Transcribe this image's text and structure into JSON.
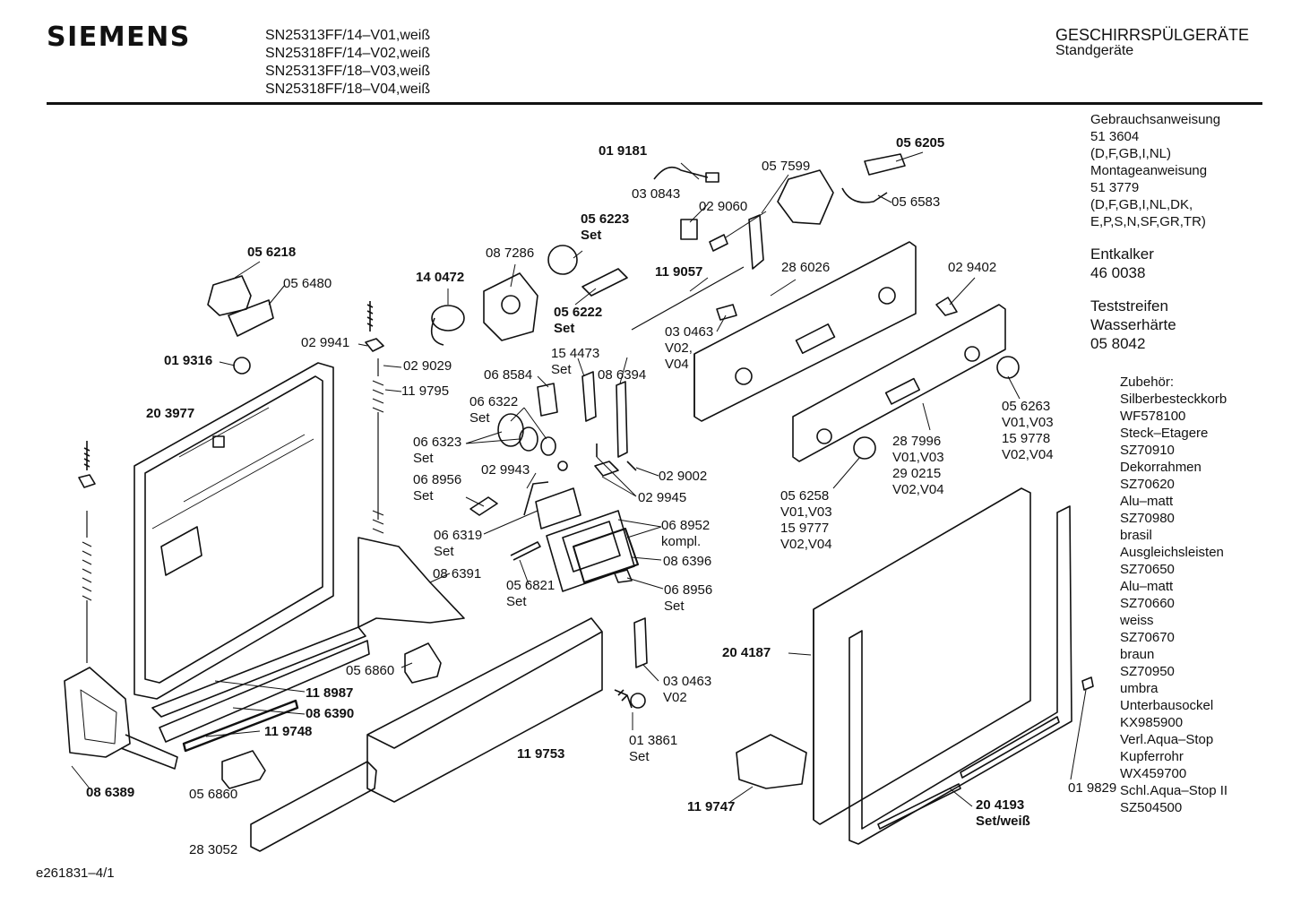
{
  "header": {
    "brand": "SIEMENS",
    "models": [
      "SN25313FF/14–V01,weiß",
      "SN25318FF/14–V02,weiß",
      "SN25313FF/18–V03,weiß",
      "SN25318FF/18–V04,weiß"
    ],
    "category": "GESCHIRRSPÜLGERÄTE",
    "subcategory": "Standgeräte"
  },
  "sidebar": {
    "docs": [
      "Gebrauchsanweisung",
      "51 3604",
      "(D,F,GB,I,NL)",
      "Montageanweisung",
      "51 3779",
      "(D,F,GB,I,NL,DK,",
      "E,P,S,N,SF,GR,TR)"
    ],
    "entkalker": [
      "Entkalker",
      "46 0038"
    ],
    "teststreifen": [
      "Teststreifen",
      "Wasserhärte",
      "05 8042"
    ],
    "zubehoer": [
      "Zubehör:",
      "Silberbesteckkorb",
      "WF578100",
      "Steck–Etagere",
      "SZ70910",
      "Dekorrahmen",
      "SZ70620",
      "Alu–matt",
      "SZ70980",
      "brasil",
      "Ausgleichsleisten",
      "SZ70650",
      "Alu–matt",
      "SZ70660",
      "weiss",
      "SZ70670",
      "braun",
      "SZ70950",
      "umbra",
      "Unterbausockel",
      "KX985900",
      "Verl.Aqua–Stop",
      "Kupferrohr",
      "WX459700",
      "Schl.Aqua–Stop II",
      "SZ504500"
    ]
  },
  "parts": [
    {
      "id": "p019181",
      "text": "01 9181",
      "bold": true
    },
    {
      "id": "p056205",
      "text": "05 6205",
      "bold": true
    },
    {
      "id": "p030843",
      "text": "03 0843"
    },
    {
      "id": "p029060",
      "text": "02 9060"
    },
    {
      "id": "p057599",
      "text": "05 7599"
    },
    {
      "id": "p056583",
      "text": "05 6583"
    },
    {
      "id": "p056223",
      "text": "05 6223\nSet",
      "bold": true
    },
    {
      "id": "p087286",
      "text": "08 7286"
    },
    {
      "id": "p056218",
      "text": "05 6218",
      "bold": true
    },
    {
      "id": "p056480",
      "text": "05 6480"
    },
    {
      "id": "p140472",
      "text": "14 0472",
      "bold": true
    },
    {
      "id": "p119057",
      "text": "11 9057",
      "bold": true
    },
    {
      "id": "p286026",
      "text": "28 6026"
    },
    {
      "id": "p029402",
      "text": "02 9402"
    },
    {
      "id": "p056222",
      "text": "05 6222\nSet",
      "bold": true
    },
    {
      "id": "p030463a",
      "text": "03 0463\nV02,\nV04"
    },
    {
      "id": "p029941",
      "text": "02 9941"
    },
    {
      "id": "p019316",
      "text": "01 9316",
      "bold": true
    },
    {
      "id": "p029029",
      "text": "02 9029"
    },
    {
      "id": "p154473",
      "text": "15 4473\nSet"
    },
    {
      "id": "p068584",
      "text": "06 8584"
    },
    {
      "id": "p086394",
      "text": "08 6394"
    },
    {
      "id": "p119795",
      "text": "11 9795"
    },
    {
      "id": "p203977",
      "text": "20 3977",
      "bold": true
    },
    {
      "id": "p066322",
      "text": "06 6322\nSet"
    },
    {
      "id": "p056263",
      "text": "05 6263\nV01,V03\n15 9778\nV02,V04"
    },
    {
      "id": "p066323",
      "text": "06 6323\nSet"
    },
    {
      "id": "p287996",
      "text": "28 7996\nV01,V03\n29 0215\nV02,V04"
    },
    {
      "id": "p029943",
      "text": "02 9943"
    },
    {
      "id": "p029002",
      "text": "02 9002"
    },
    {
      "id": "p068956a",
      "text": "06 8956\nSet"
    },
    {
      "id": "p029945",
      "text": "02 9945"
    },
    {
      "id": "p056258",
      "text": "05 6258\nV01,V03\n15 9777\nV02,V04"
    },
    {
      "id": "p066319",
      "text": "06 6319\nSet"
    },
    {
      "id": "p068952",
      "text": "06 8952\nkompl."
    },
    {
      "id": "p086391",
      "text": "08 6391"
    },
    {
      "id": "p086396",
      "text": "08 6396"
    },
    {
      "id": "p056821",
      "text": "05 6821\nSet"
    },
    {
      "id": "p068956b",
      "text": "06 8956\nSet"
    },
    {
      "id": "p204187",
      "text": "20 4187",
      "bold": true
    },
    {
      "id": "p056860a",
      "text": "05 6860"
    },
    {
      "id": "p030463b",
      "text": "03 0463\nV02"
    },
    {
      "id": "p118987",
      "text": "11 8987",
      "bold": true
    },
    {
      "id": "p086390",
      "text": "08 6390",
      "bold": true
    },
    {
      "id": "p119748",
      "text": "11 9748",
      "bold": true
    },
    {
      "id": "p013861",
      "text": "01 3861\nSet"
    },
    {
      "id": "p119753",
      "text": "11 9753",
      "bold": true
    },
    {
      "id": "p086389",
      "text": "08 6389",
      "bold": true
    },
    {
      "id": "p056860b",
      "text": "05 6860"
    },
    {
      "id": "p119747",
      "text": "11 9747",
      "bold": true
    },
    {
      "id": "p204193",
      "text": "20 4193\nSet/weiß",
      "bold": true
    },
    {
      "id": "p019829",
      "text": "01 9829"
    },
    {
      "id": "p283052",
      "text": "28 3052"
    }
  ],
  "footer": {
    "code": "e261831–4/1"
  }
}
